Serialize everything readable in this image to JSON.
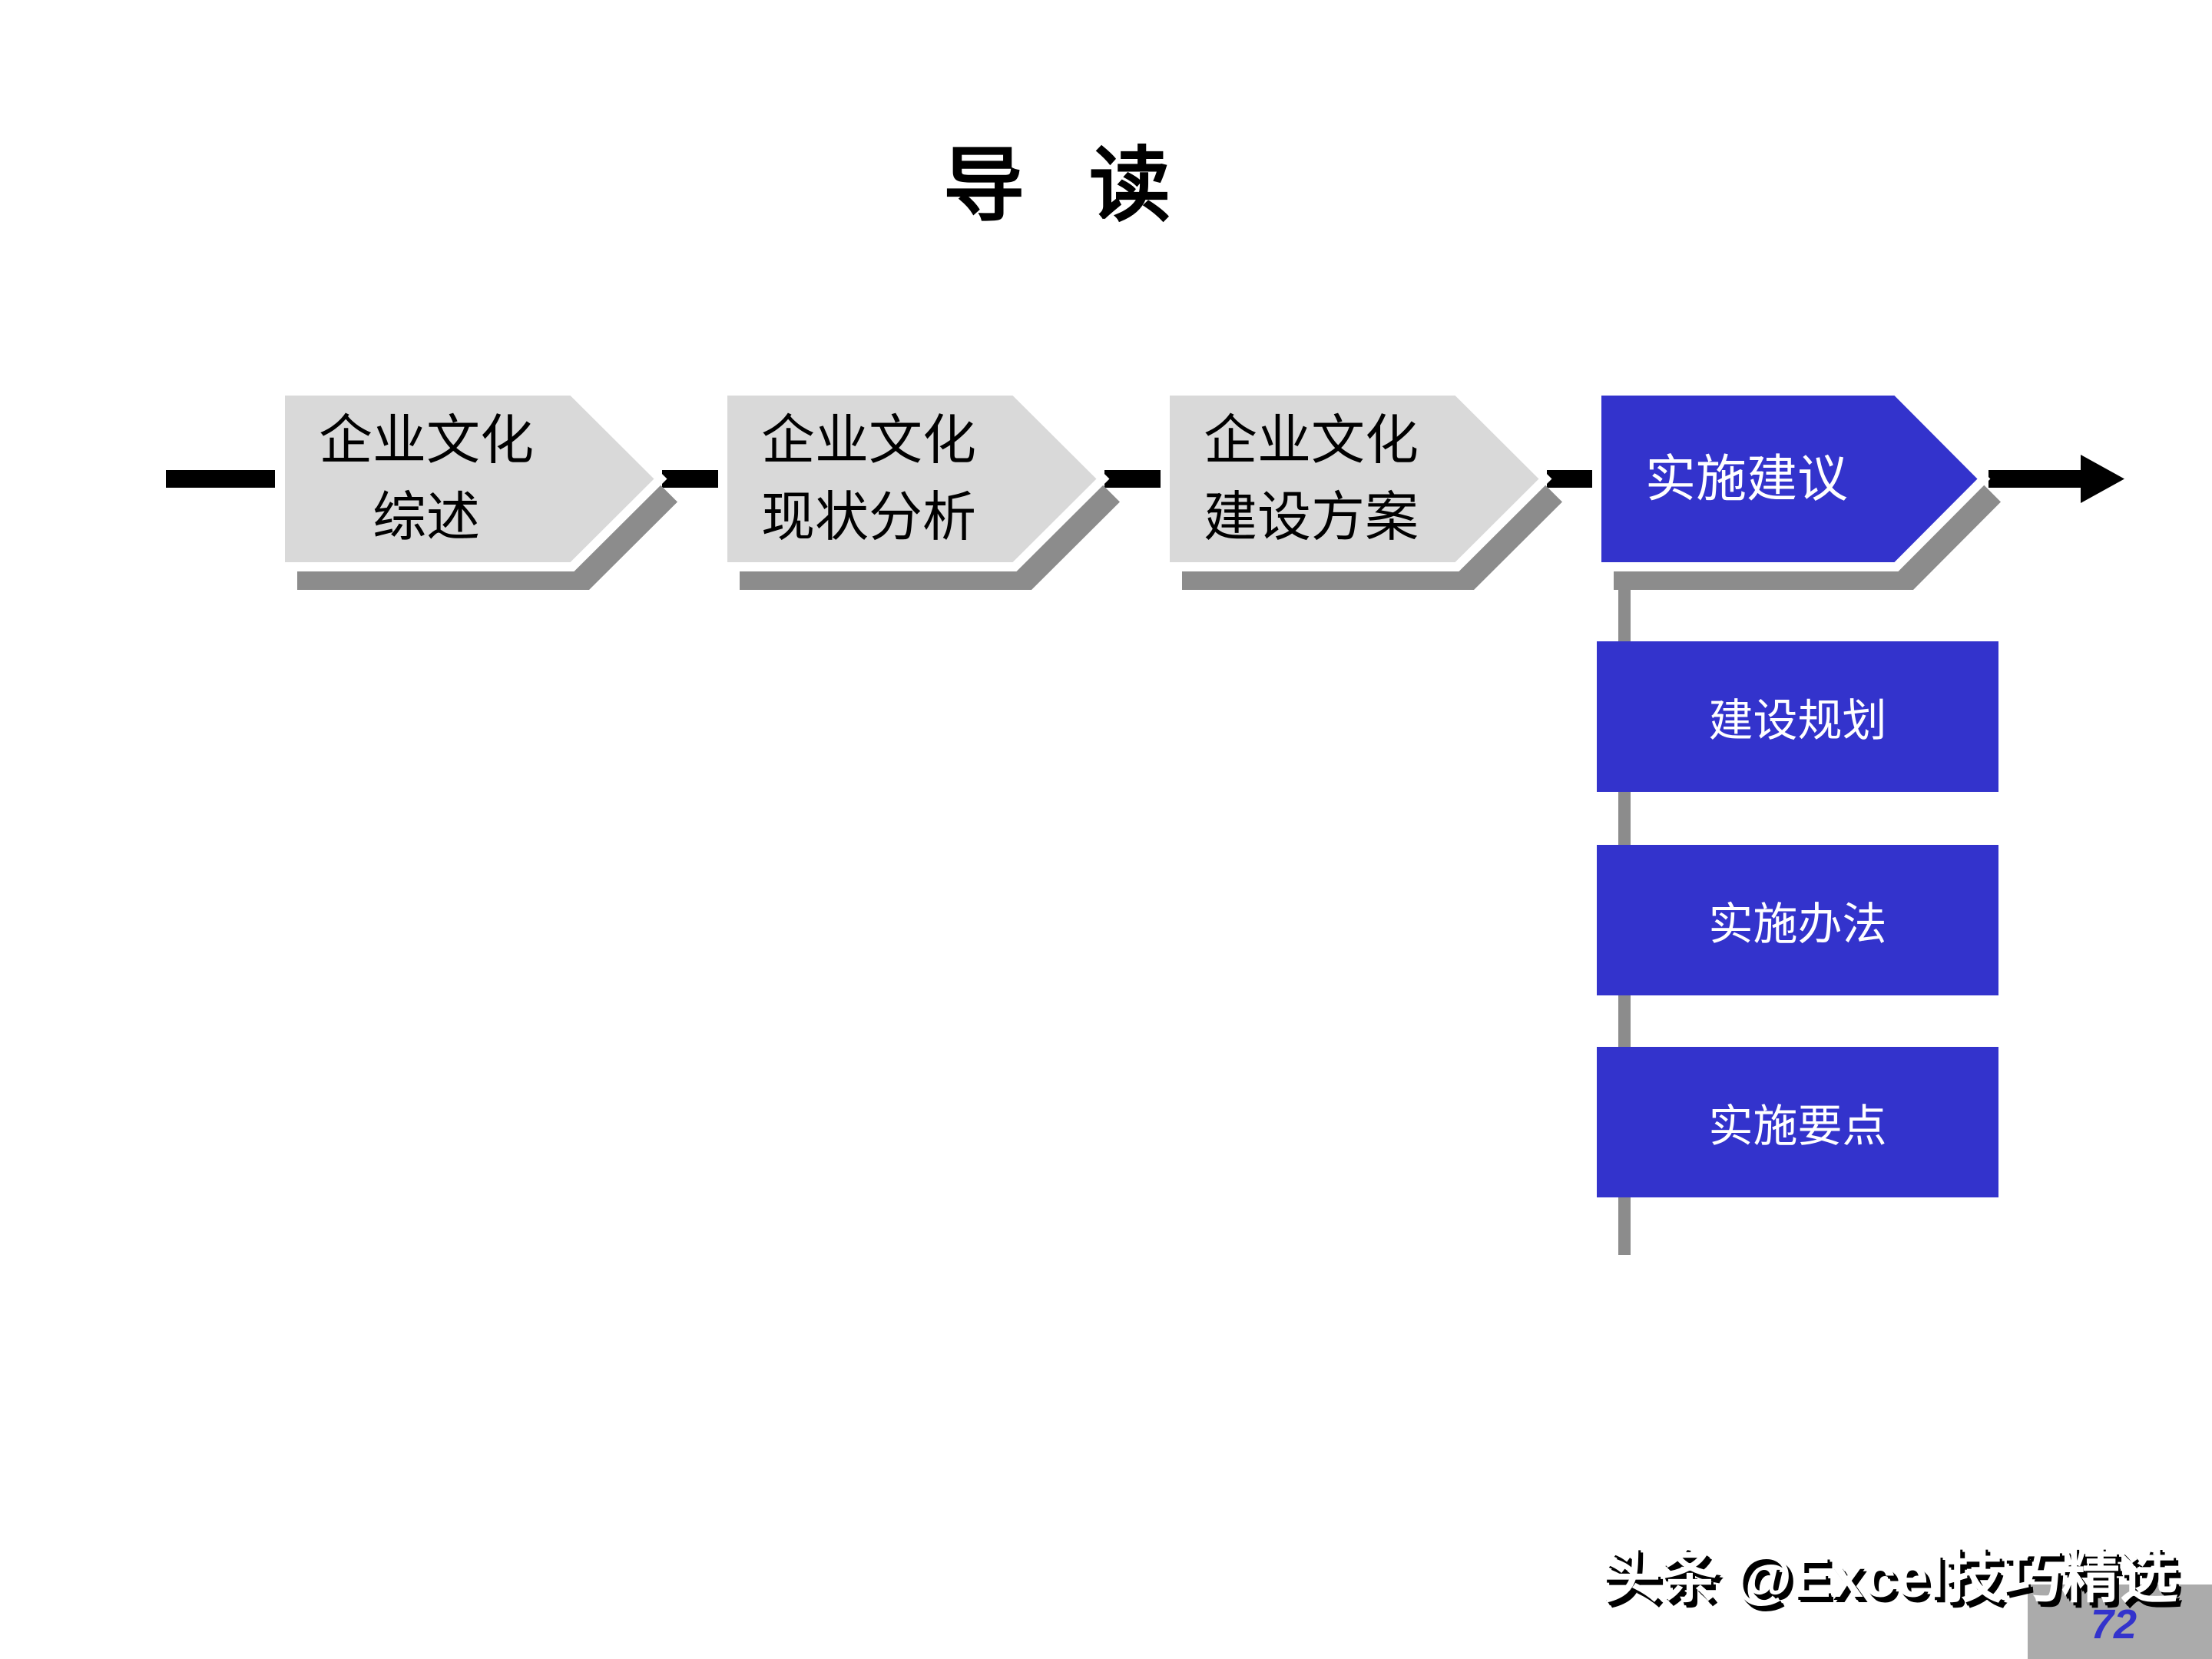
{
  "slide": {
    "title": "导读"
  },
  "flow": {
    "steps": [
      {
        "line1": "企业文化",
        "line2": "综述"
      },
      {
        "line1": "企业文化",
        "line2": "现状分析"
      },
      {
        "line1": "企业文化",
        "line2": "建设方案"
      },
      {
        "label": "实施建议"
      }
    ],
    "sub_steps": [
      {
        "label": "建设规划"
      },
      {
        "label": "实施办法"
      },
      {
        "label": "实施要点"
      }
    ]
  },
  "footer": {
    "watermark": "头条 @Excel技巧精选",
    "page_number": "72"
  },
  "colors": {
    "accent_blue": "#3333CC",
    "arrow_fill_gray": "#D9D9D9",
    "shadow_gray": "#8C8C8C",
    "connector_black": "#000000",
    "footer_block_gray": "#ABABAB",
    "page_number_blue": "#3333CC",
    "title_black": "#000000"
  }
}
